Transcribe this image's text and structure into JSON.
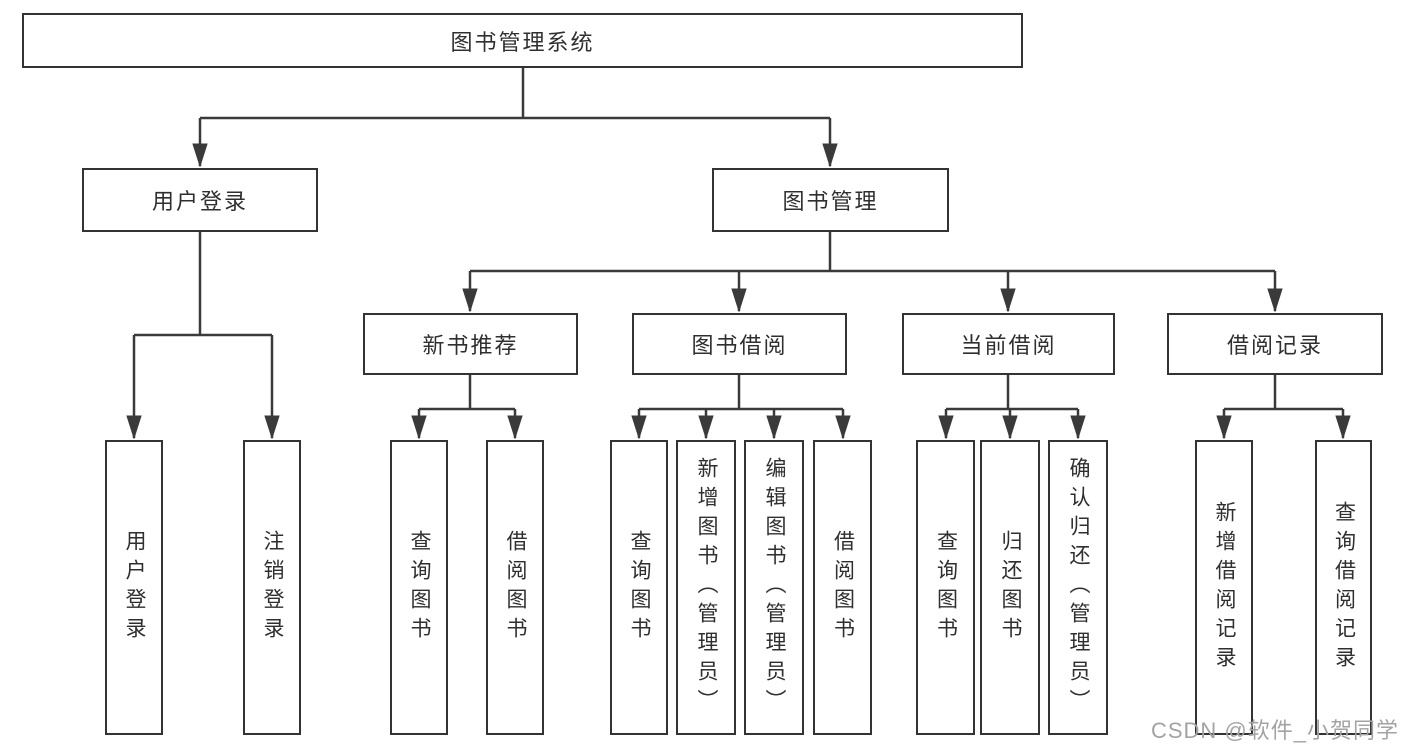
{
  "diagram": {
    "root": {
      "label": "图书管理系统"
    },
    "level2": [
      {
        "label": "用户登录"
      },
      {
        "label": "图书管理"
      }
    ],
    "level3": [
      {
        "label": "新书推荐"
      },
      {
        "label": "图书借阅"
      },
      {
        "label": "当前借阅"
      },
      {
        "label": "借阅记录"
      }
    ],
    "leaves": [
      {
        "label": "用户登录",
        "parent": "用户登录"
      },
      {
        "label": "注销登录",
        "parent": "用户登录"
      },
      {
        "label": "查询图书",
        "parent": "新书推荐"
      },
      {
        "label": "借阅图书",
        "parent": "新书推荐"
      },
      {
        "label": "查询图书",
        "parent": "图书借阅"
      },
      {
        "label": "新增图书（管理员）",
        "parent": "图书借阅"
      },
      {
        "label": "编辑图书（管理员）",
        "parent": "图书借阅"
      },
      {
        "label": "借阅图书",
        "parent": "图书借阅"
      },
      {
        "label": "查询图书",
        "parent": "当前借阅"
      },
      {
        "label": "归还图书",
        "parent": "当前借阅"
      },
      {
        "label": "确认归还（管理员）",
        "parent": "当前借阅"
      },
      {
        "label": "新增借阅记录",
        "parent": "借阅记录"
      },
      {
        "label": "查询借阅记录",
        "parent": "借阅记录"
      }
    ],
    "watermark": "CSDN @软件_小贺同学",
    "colors": {
      "line": "#3a3a3a",
      "box_border": "#333333",
      "box_fill": "#ffffff",
      "text": "#2f2f2f",
      "watermark": "#a3a3a3",
      "background": "#ffffff"
    }
  }
}
